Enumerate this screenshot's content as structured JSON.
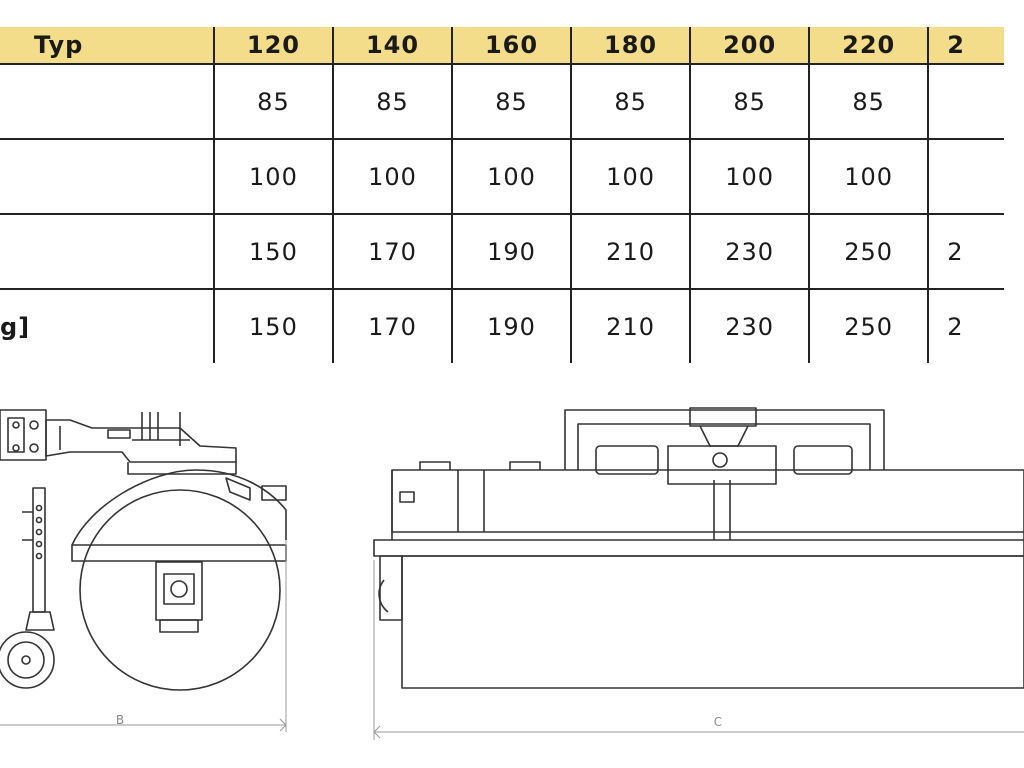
{
  "table": {
    "header": [
      "Typ",
      "120",
      "140",
      "160",
      "180",
      "200",
      "220",
      "2"
    ],
    "rows": [
      {
        "label": "",
        "values": [
          "85",
          "85",
          "85",
          "85",
          "85",
          "85",
          ""
        ]
      },
      {
        "label": "",
        "values": [
          "100",
          "100",
          "100",
          "100",
          "100",
          "100",
          ""
        ]
      },
      {
        "label": "",
        "values": [
          "150",
          "170",
          "190",
          "210",
          "230",
          "250",
          "2"
        ]
      },
      {
        "label": "g]",
        "values": [
          "150",
          "170",
          "190",
          "210",
          "230",
          "250",
          "2"
        ]
      }
    ]
  },
  "drawings": {
    "side_dimension_label": "B",
    "front_dimension_label": "C"
  }
}
